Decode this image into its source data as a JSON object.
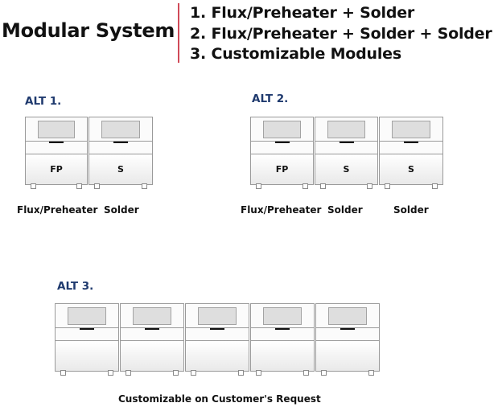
{
  "header": {
    "title": "Modular System",
    "options": [
      "1. Flux/Preheater + Solder",
      "2. Flux/Preheater + Solder + Solder",
      "3. Customizable Modules"
    ]
  },
  "alt1": {
    "label": "ALT 1.",
    "modules": [
      "FP",
      "S"
    ],
    "captions": [
      "Flux/Preheater",
      "Solder"
    ]
  },
  "alt2": {
    "label": "ALT 2.",
    "modules": [
      "FP",
      "S",
      "S"
    ],
    "captions": [
      "Flux/Preheater",
      "Solder",
      "Solder"
    ]
  },
  "alt3": {
    "label": "ALT 3.",
    "modules": [
      "",
      "",
      "",
      "",
      ""
    ],
    "caption": "Customizable on Customer's Request"
  },
  "colors": {
    "divider": "#d04a58",
    "alt_label": "#1f3a6e"
  }
}
